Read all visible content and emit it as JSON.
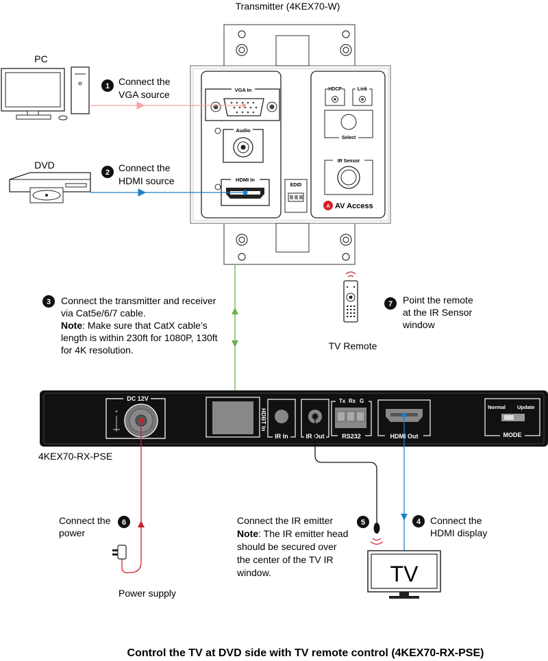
{
  "diagram": {
    "title": "Control the TV at DVD side with TV remote control (4KEX70-RX-PSE)",
    "transmitter": {
      "label": "Transmitter (4KEX70-W)",
      "ports": {
        "vga": "VGA In",
        "audio": "Audio",
        "hdmi": "HDMI In",
        "edid": "EDID",
        "hdcp": "HDCP",
        "link": "Link",
        "select": "Select",
        "ir_sensor": "IR Sensor"
      },
      "brand": "AV Access"
    },
    "receiver": {
      "label": "4KEX70-RX-PSE",
      "ports": {
        "dc": "DC 12V",
        "hdbt": "HDBT In",
        "ir_in": "IR In",
        "ir_out": "IR Out",
        "rs232": "RS232",
        "rs232_pins": [
          "Tx",
          "Rx",
          "G"
        ],
        "hdmi_out": "HDMI Out",
        "mode": "MODE",
        "normal": "Normal",
        "update": "Update"
      }
    },
    "devices": {
      "pc": "PC",
      "dvd": "DVD",
      "tv": "TV",
      "tv_remote": "TV Remote",
      "power_supply": "Power supply"
    },
    "steps": [
      {
        "num": "1",
        "lines": [
          "Connect the",
          "VGA source"
        ]
      },
      {
        "num": "2",
        "lines": [
          "Connect the",
          "HDMI source"
        ]
      },
      {
        "num": "3",
        "lines": [
          "Connect the transmitter and receiver",
          "via Cat5e/6/7 cable."
        ],
        "note_label": "Note",
        "note_lines": [
          ": Make sure that CatX cable’s",
          "length is within 230ft for 1080P, 130ft",
          "for 4K resolution."
        ]
      },
      {
        "num": "4",
        "lines": [
          "Connect the",
          "HDMI display"
        ]
      },
      {
        "num": "5",
        "lines": [
          "Connect the IR emitter"
        ],
        "note_label": "Note",
        "note_lines": [
          ": The IR emitter head",
          "should be secured over",
          "the center of the TV IR",
          "window."
        ]
      },
      {
        "num": "6",
        "lines": [
          "Connect the",
          "power"
        ]
      },
      {
        "num": "7",
        "lines": [
          "Point the remote",
          "at the IR Sensor",
          "window"
        ]
      }
    ],
    "colors": {
      "vga": "#f4a5a5",
      "hdmi": "#1f7fc4",
      "catx": "#6ab04c",
      "power": "#cc1f2f",
      "ir": "#000000"
    }
  }
}
